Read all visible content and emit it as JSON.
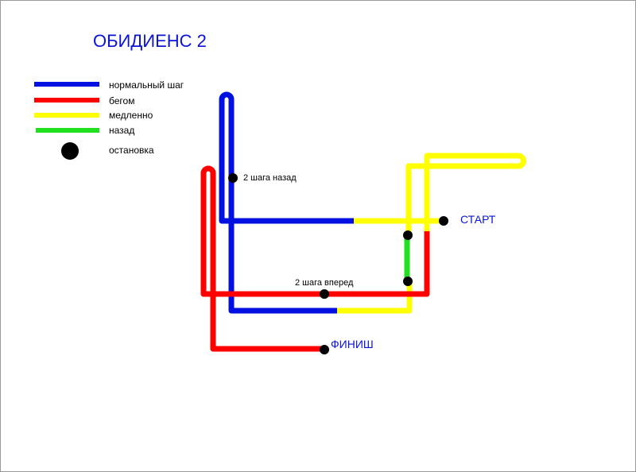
{
  "title": "ОБИДИЕНС 2",
  "colors": {
    "walk": "#0010e0",
    "run": "#ff0000",
    "slow": "#ffff00",
    "back": "#20e020",
    "stop": "#000000",
    "text_accent": "#0b14d6"
  },
  "legend": [
    {
      "label": "нормальный шаг",
      "color": "#0010e0"
    },
    {
      "label": "бегом",
      "color": "#ff0000"
    },
    {
      "label": "медленно",
      "color": "#ffff00"
    },
    {
      "label": "назад",
      "color": "#20e020"
    },
    {
      "label": "остановка",
      "color": "#000000"
    }
  ],
  "notes": {
    "back_two": "2 шага назад",
    "forward_two": "2 шага вперед"
  },
  "markers": {
    "start": "СТАРТ",
    "finish": "ФИНИШ"
  }
}
